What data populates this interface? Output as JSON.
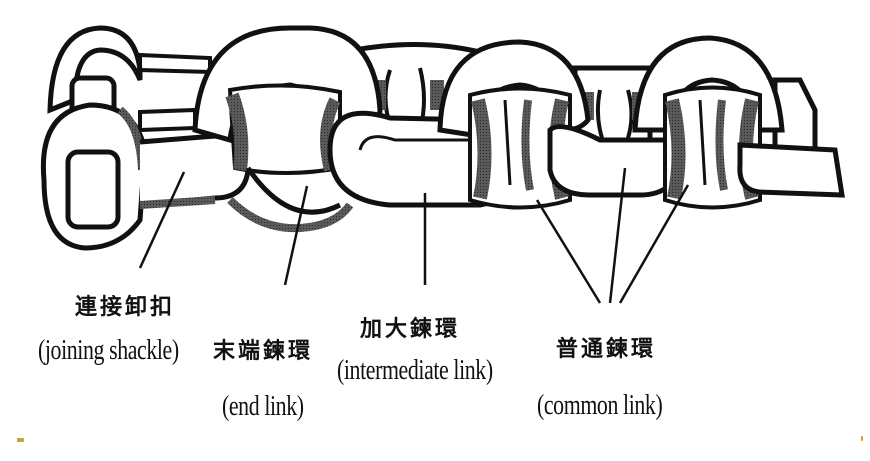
{
  "diagram": {
    "subject": "chain with joining shackle",
    "colors": {
      "ink": "#111111",
      "shade": "#3a3a3a",
      "fill": "#ffffff",
      "accent_mark": "#c9a23a"
    },
    "labels": [
      {
        "id": "joining-shackle",
        "zh": "連接卸扣",
        "en": "(joining shackle)"
      },
      {
        "id": "end-link",
        "zh": "末端鍊環",
        "en": "(end link)"
      },
      {
        "id": "intermediate-link",
        "zh": "加大鍊環",
        "en": "(intermediate link)"
      },
      {
        "id": "common-link",
        "zh": "普通鍊環",
        "en": "(common link)"
      }
    ],
    "components": [
      "joining shackle",
      "end link",
      "intermediate link",
      "common link",
      "common link"
    ]
  }
}
